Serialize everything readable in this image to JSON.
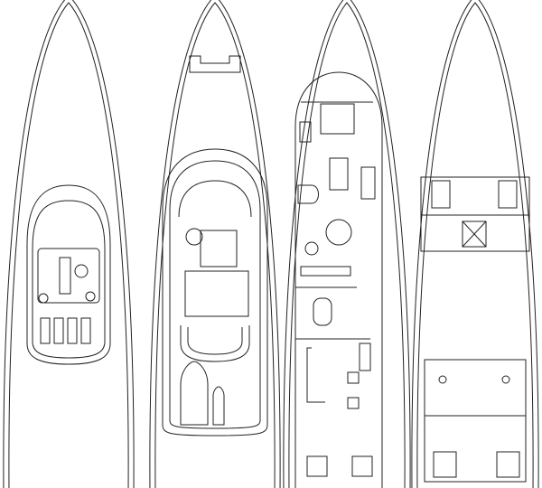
{
  "colors": {
    "line": "#222222",
    "background": "#ffffff"
  },
  "decks": [
    {
      "id": "sun-deck"
    },
    {
      "id": "upper-deck"
    },
    {
      "id": "main-deck"
    },
    {
      "id": "lower-deck"
    }
  ]
}
